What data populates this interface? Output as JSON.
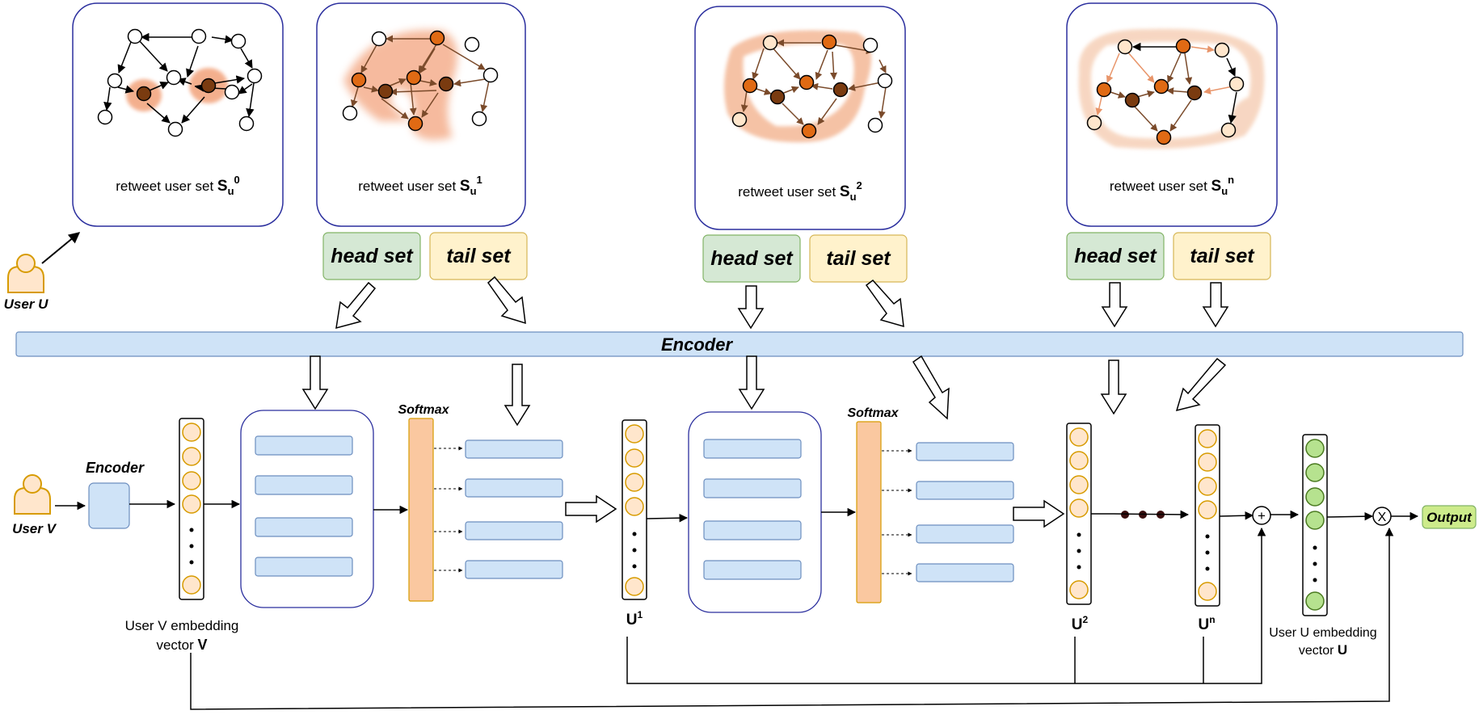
{
  "users": {
    "user_u": "User U",
    "user_v": "User V"
  },
  "retweet_sets": [
    {
      "prefix": "retweet user set ",
      "symbol": "S",
      "sub": "u",
      "sup": "0"
    },
    {
      "prefix": "retweet user set ",
      "symbol": "S",
      "sub": "u",
      "sup": "1"
    },
    {
      "prefix": "retweet user set ",
      "symbol": "S",
      "sub": "u",
      "sup": "2"
    },
    {
      "prefix": "retweet user set ",
      "symbol": "S",
      "sub": "u",
      "sup": "n"
    }
  ],
  "set_labels": {
    "head": "head set",
    "tail": "tail set"
  },
  "encoder": {
    "main": "Encoder",
    "small": "Encoder"
  },
  "softmax": "Softmax",
  "vectors": {
    "u1": {
      "symbol": "U",
      "sup": "1"
    },
    "u2": {
      "symbol": "U",
      "sup": "2"
    },
    "un": {
      "symbol": "U",
      "sup": "n"
    }
  },
  "embeddings": {
    "v_line1": "User V embedding",
    "v_line2_prefix": "vector ",
    "v_line2_symbol": "V",
    "u_line1": "User U embedding",
    "u_line2_prefix": "vector ",
    "u_line2_symbol": "U"
  },
  "ops": {
    "plus": "+",
    "times": "X"
  },
  "output": "Output",
  "colors": {
    "panel_border": "#2b2f9e",
    "head_fill": "#d5e8d4",
    "head_stroke": "#82b366",
    "tail_fill": "#fff2cc",
    "tail_stroke": "#d6b656",
    "encoder_fill": "#cfe3f7",
    "encoder_stroke": "#6c8ebf",
    "node_fill": "#ffe6cc",
    "node_stroke": "#d79b00",
    "softmax_fill": "#fac8a0",
    "green_node": "#b6e28f",
    "output_fill": "#cdeb8b",
    "dark_node": "#7a3b10",
    "orange_node": "#e06a14"
  }
}
